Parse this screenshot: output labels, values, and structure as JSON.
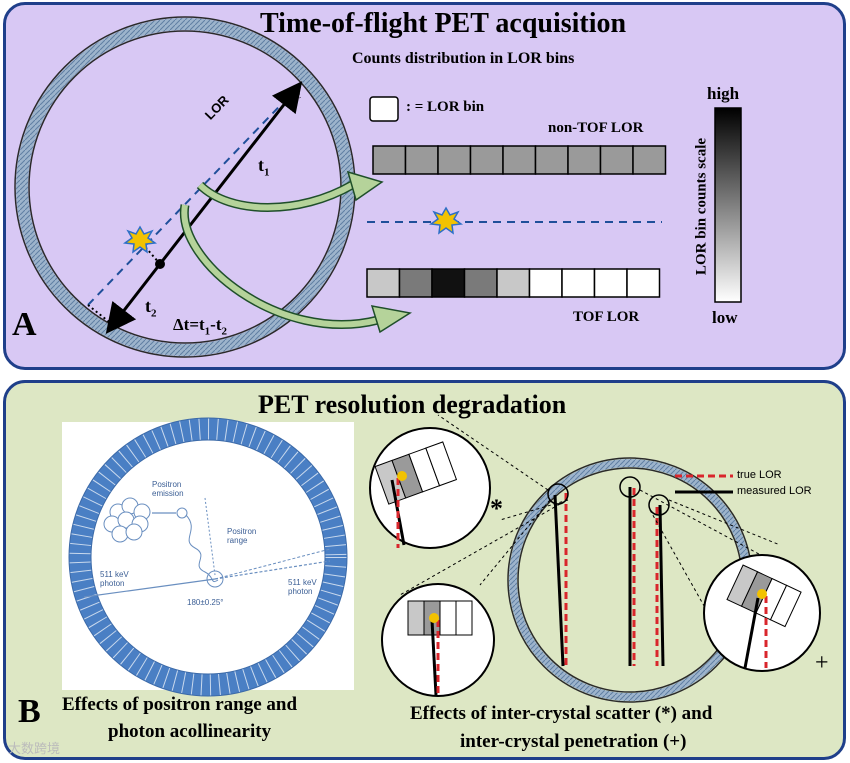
{
  "panel_a": {
    "letter": "A",
    "title": "Time-of-flight PET acquisition",
    "subtitle": "Counts distribution in LOR bins",
    "lor_label": "LOR",
    "t1_main": "t",
    "t1_sub": "1",
    "t2_main": "t",
    "t2_sub": "2",
    "dt_main": "Δt=t",
    "dt_sub1": "1",
    "dt_dash": "-t",
    "dt_sub2": "2",
    "legend_bin": ": = LOR bin",
    "nontof_label": "non-TOF  LOR",
    "tof_label": "TOF  LOR",
    "scale_high": "high",
    "scale_low": "low",
    "scale_title": "LOR bin counts scale",
    "nontof_bins": [
      "#9a9a9a",
      "#9a9a9a",
      "#9a9a9a",
      "#9a9a9a",
      "#9a9a9a",
      "#9a9a9a",
      "#9a9a9a",
      "#9a9a9a",
      "#9a9a9a"
    ],
    "tof_bins": [
      "#c8c8c8",
      "#7a7a7a",
      "#111111",
      "#7a7a7a",
      "#c8c8c8",
      "#ffffff",
      "#ffffff",
      "#ffffff",
      "#ffffff"
    ]
  },
  "panel_b": {
    "letter": "B",
    "title": "PET resolution degradation",
    "photo": {
      "positron_emission": "Positron\nemission",
      "positron_range": "Positron\nrange",
      "photon_left": "511 keV\nphoton",
      "photon_right": "511 keV\nphoton",
      "angle": "180±0.25°"
    },
    "caption_left_1": "Effects of positron range and",
    "caption_left_2": "photon acollinearity",
    "legend_true": "true LOR",
    "legend_measured": "measured LOR",
    "scatter_mark": "*",
    "penetration_mark": "+",
    "caption_right_1": "Effects of inter-crystal scatter (*) and",
    "caption_right_2": "inter-crystal penetration (+)"
  },
  "colors": {
    "panel_a_bg": "#d8c8f4",
    "panel_b_bg": "#dde7c4",
    "border": "#1f3f8a",
    "ring": "#8aa6c4",
    "lor_dash": "#1f4f9a",
    "arrow_green": "#a9c98a",
    "true_lor": "#d9262c",
    "measured_lor": "#000000"
  },
  "watermark": "大数跨境"
}
